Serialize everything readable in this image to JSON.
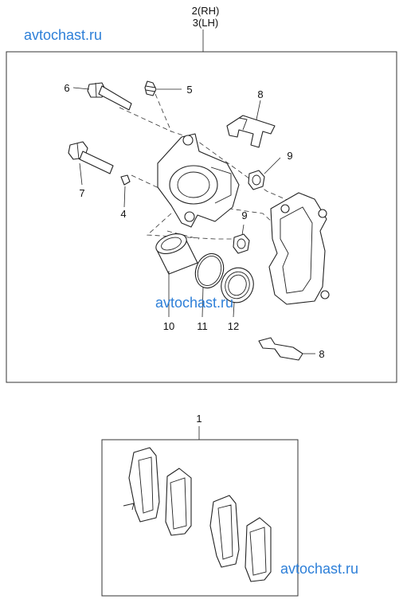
{
  "watermarks": [
    "avtochast.ru",
    "avtochast.ru",
    "avtochast.ru"
  ],
  "assembly_label_rh": "2(RH)",
  "assembly_label_lh": "3(LH)",
  "pad_kit_label": "1",
  "callouts": [
    "6",
    "5",
    "8",
    "9",
    "7",
    "4",
    "9",
    "10",
    "11",
    "12",
    "8"
  ]
}
